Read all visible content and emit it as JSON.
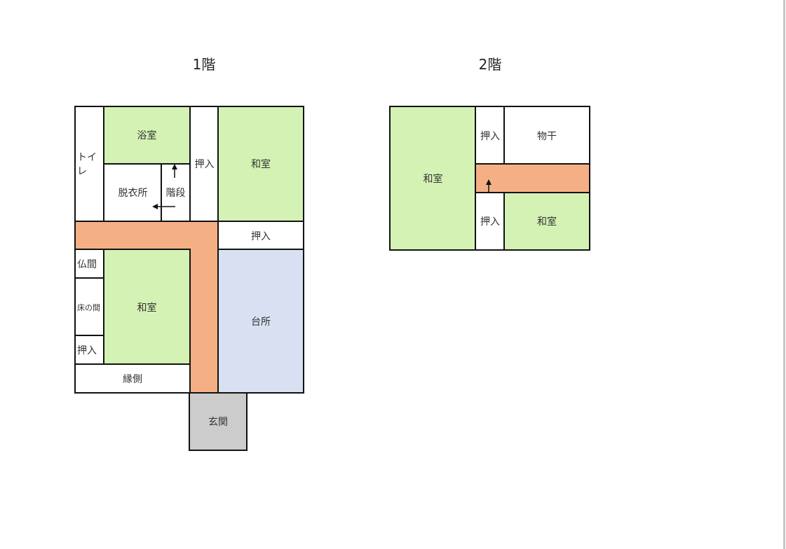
{
  "floor1": {
    "title": "1階",
    "rooms": {
      "toilet": "トイレ",
      "bath": "浴室",
      "closet_a": "押入",
      "washitsu_a": "和室",
      "dressing": "脱衣所",
      "stairs": "階段",
      "closet_b": "押入",
      "butsuma": "仏間",
      "tokonoma": "床の間",
      "closet_c": "押入",
      "washitsu_b": "和室",
      "engawa": "縁側",
      "kitchen": "台所",
      "entrance": "玄関"
    }
  },
  "floor2": {
    "title": "2階",
    "rooms": {
      "washitsu_a": "和室",
      "closet_a": "押入",
      "drying": "物干",
      "closet_b": "押入",
      "washitsu_b": "和室"
    }
  },
  "colors": {
    "tatami": "#d3f2b3",
    "hallway": "#f4b084",
    "kitchen": "#d9e0f2",
    "entrance": "#cccccc"
  }
}
